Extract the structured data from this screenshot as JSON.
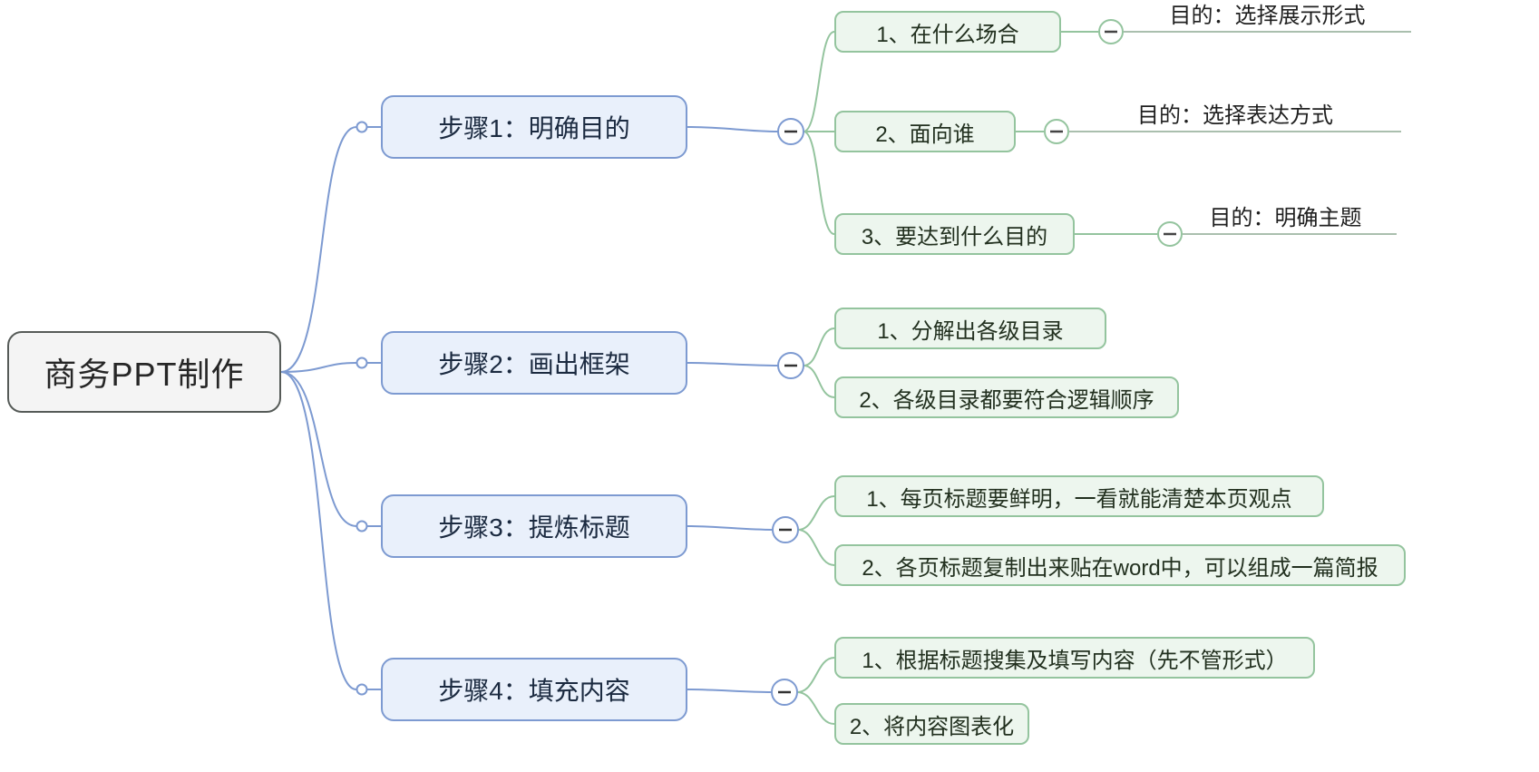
{
  "diagram_type": "mindmap",
  "root": {
    "label": "商务PPT制作"
  },
  "branches": [
    {
      "label": "步骤1：明确目的",
      "children": [
        {
          "label": "1、在什么场合",
          "note": "目的：选择展示形式"
        },
        {
          "label": "2、面向谁",
          "note": "目的：选择表达方式"
        },
        {
          "label": "3、要达到什么目的",
          "note": "目的：明确主题"
        }
      ]
    },
    {
      "label": "步骤2：画出框架",
      "children": [
        {
          "label": "1、分解出各级目录"
        },
        {
          "label": "2、各级目录都要符合逻辑顺序"
        }
      ]
    },
    {
      "label": "步骤3：提炼标题",
      "children": [
        {
          "label": "1、每页标题要鲜明，一看就能清楚本页观点"
        },
        {
          "label": "2、各页标题复制出来贴在word中，可以组成一篇简报"
        }
      ]
    },
    {
      "label": "步骤4：填充内容",
      "children": [
        {
          "label": "1、根据标题搜集及填写内容（先不管形式）"
        },
        {
          "label": "2、将内容图表化"
        }
      ]
    }
  ],
  "icons": {
    "collapse": "−"
  },
  "colors": {
    "root_fill": "#f4f4f4",
    "root_border": "#565b58",
    "branch_fill": "#e9f0fb",
    "branch_border": "#7d9ad1",
    "child_fill": "#edf6ee",
    "child_border": "#94c49e",
    "connector_blue": "#7d9ad1",
    "connector_green": "#94c49e",
    "note_underline": "#aabfae",
    "text": "#222222"
  }
}
